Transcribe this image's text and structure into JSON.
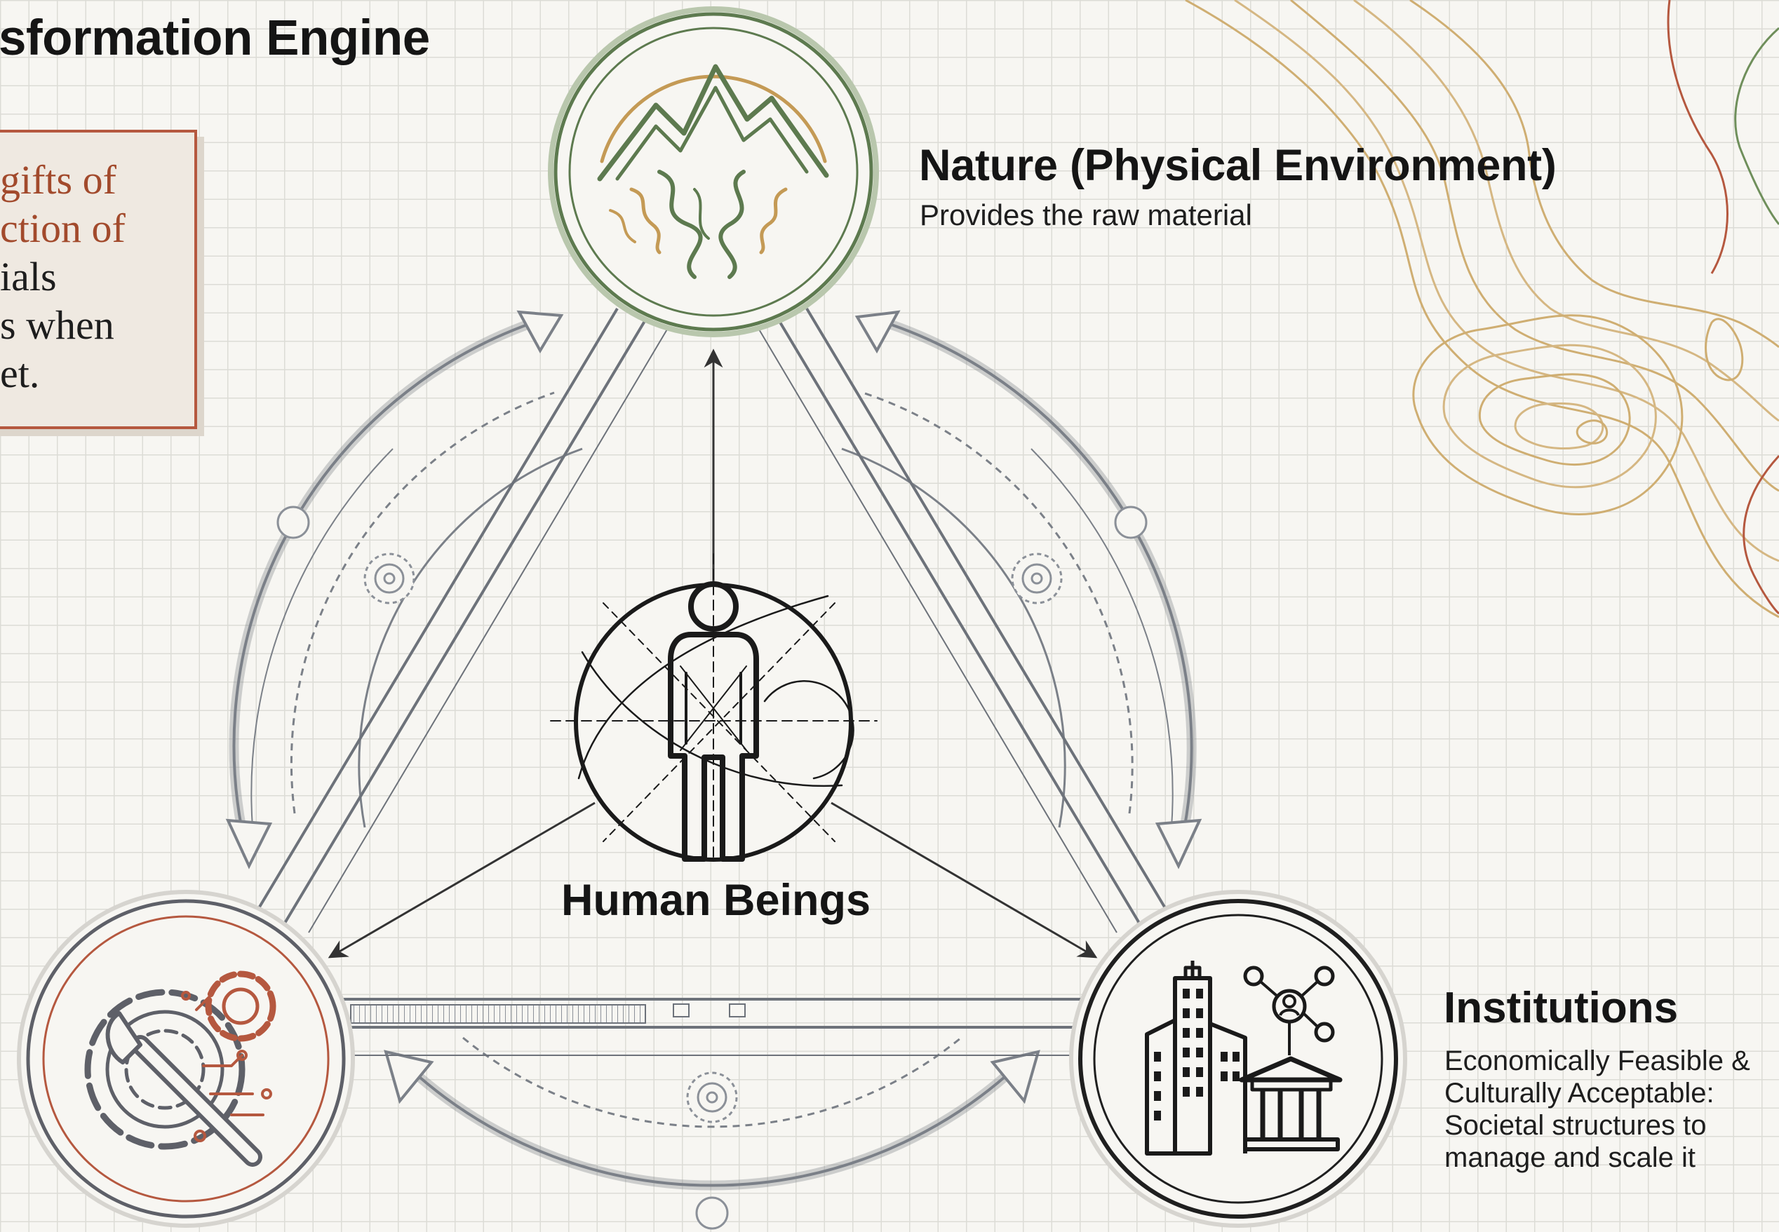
{
  "title": "sformation Engine",
  "quote_card": {
    "lines": [
      {
        "text": "gifts of",
        "accent": true
      },
      {
        "text": "ction of",
        "accent": true
      },
      {
        "text": "ials",
        "accent": false
      },
      {
        "text": "s when",
        "accent": false
      },
      {
        "text": "et.",
        "accent": false
      }
    ]
  },
  "nodes": {
    "nature": {
      "title": "Nature (Physical Environment)",
      "subtitle": "Provides the raw material",
      "icon": "mountain-river-icon"
    },
    "human": {
      "title": "Human Beings",
      "icon": "human-figure-icon"
    },
    "technology": {
      "icon": "gear-wrench-icon"
    },
    "institutions": {
      "title": "Institutions",
      "subtitle": "Economically Feasible & Culturally Acceptable: Societal structures to manage and scale it",
      "icon": "city-institution-icon"
    }
  },
  "colors": {
    "background": "#f7f6f2",
    "grid": "#dcdcd6",
    "nature_green": "#5d7a4f",
    "nature_ochre": "#c49a55",
    "tech_rust": "#b5583f",
    "ink": "#1a1a1a",
    "frame_gray": "#7b8088",
    "contour_gold": "#cfae72"
  }
}
